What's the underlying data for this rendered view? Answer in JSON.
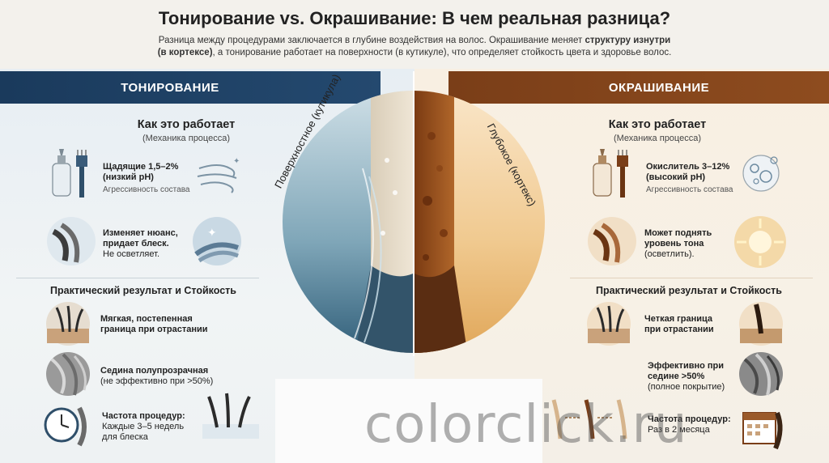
{
  "title": "Тонирование vs. Окрашивание: В чем реальная разница?",
  "subtitle": {
    "part1": "Разница между процедурами заключается в глубине воздействия на волос. Окрашивание меняет ",
    "bold1": "структуру изнутри",
    "bold2": "(в кортексе)",
    "part2": ", а тонирование работает на поверхности (в кутикуле), что определяет стойкость цвета и здоровье волос."
  },
  "left": {
    "banner": "ТОНИРОВАНИЕ",
    "how_title": "Как это работает",
    "how_sub": "(Механика процесса)",
    "row1_bold1": "Щадящие 1,5–2%",
    "row1_bold2": "(низкий pH)",
    "row1_muted": "Агрессивность состава",
    "row2_bold1": "Изменяет нюанс,",
    "row2_bold2": "придает блеск.",
    "row2_plain": "Не осветляет.",
    "result_title": "Практический результат и Стойкость",
    "res1_l1": "Мягкая, постепенная",
    "res1_l2": "граница при отрастании",
    "res2_l1": "Седина полупрозрачная",
    "res2_l2": "(не эффективно при >50%)",
    "res3_bold": "Частота процедур:",
    "res3_l2": "Каждые 3–5 недель",
    "res3_l3": "для блеска"
  },
  "right": {
    "banner": "ОКРАШИВАНИЕ",
    "how_title": "Как это работает",
    "how_sub": "(Механика процесса)",
    "row1_bold1": "Окислитель 3–12%",
    "row1_bold2": "(высокий pH)",
    "row1_muted": "Агрессивность состава",
    "row2_bold1": "Может поднять",
    "row2_bold2": "уровень тона",
    "row2_plain": "(осветлить).",
    "result_title": "Практический результат и Стойкость",
    "res1_l1": "Четкая граница",
    "res1_l2": "при отрастании",
    "res2_l1": "Эффективно при",
    "res2_l2": "седине >50%",
    "res2_l3": "(полное покрытие)",
    "res3_bold": "Частота процедур:",
    "res3_l2": "Раз в 2 месяца"
  },
  "center": {
    "label_left": "Поверхностное (кутикула)",
    "label_right": "Глубокое (кортекс)"
  },
  "watermark": "colorclick.ru",
  "colors": {
    "left_banner": "#1a3a5c",
    "right_banner": "#7a3e18"
  }
}
